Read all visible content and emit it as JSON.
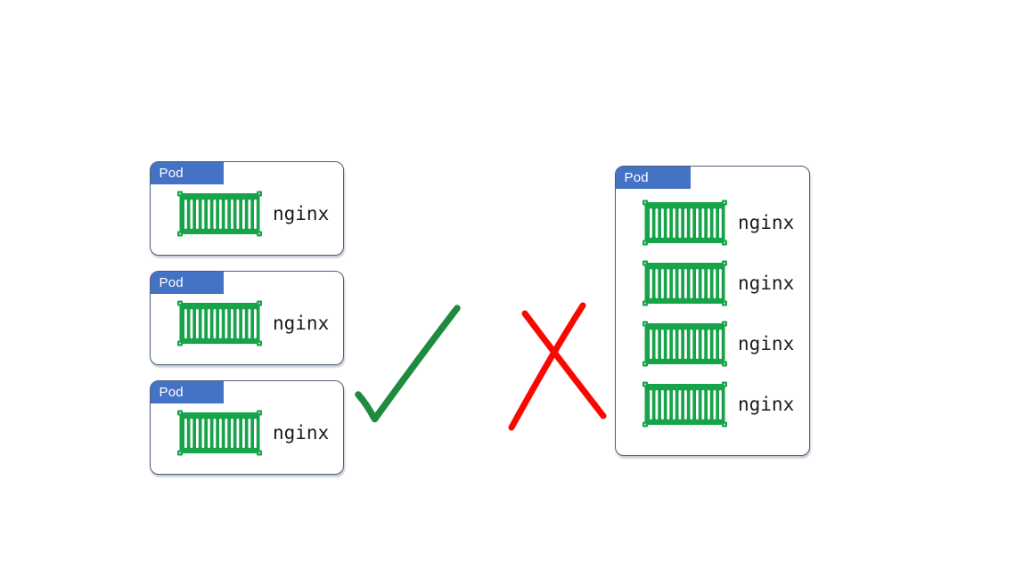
{
  "pods": [
    {
      "label": "Pod",
      "containers": [
        "nginx"
      ]
    },
    {
      "label": "Pod",
      "containers": [
        "nginx"
      ]
    },
    {
      "label": "Pod",
      "containers": [
        "nginx"
      ]
    },
    {
      "label": "Pod",
      "containers": [
        "nginx",
        "nginx",
        "nginx",
        "nginx"
      ]
    }
  ],
  "colors": {
    "pod_tab": "#4472C4",
    "pod_border": "#4d5d78",
    "container_green": "#17A349",
    "container_stripe": "#ffffff",
    "check_green": "#1F8B3E",
    "cross_red": "#FB0702",
    "label_text": "#ffffff",
    "container_text": "#1b1b1b"
  }
}
